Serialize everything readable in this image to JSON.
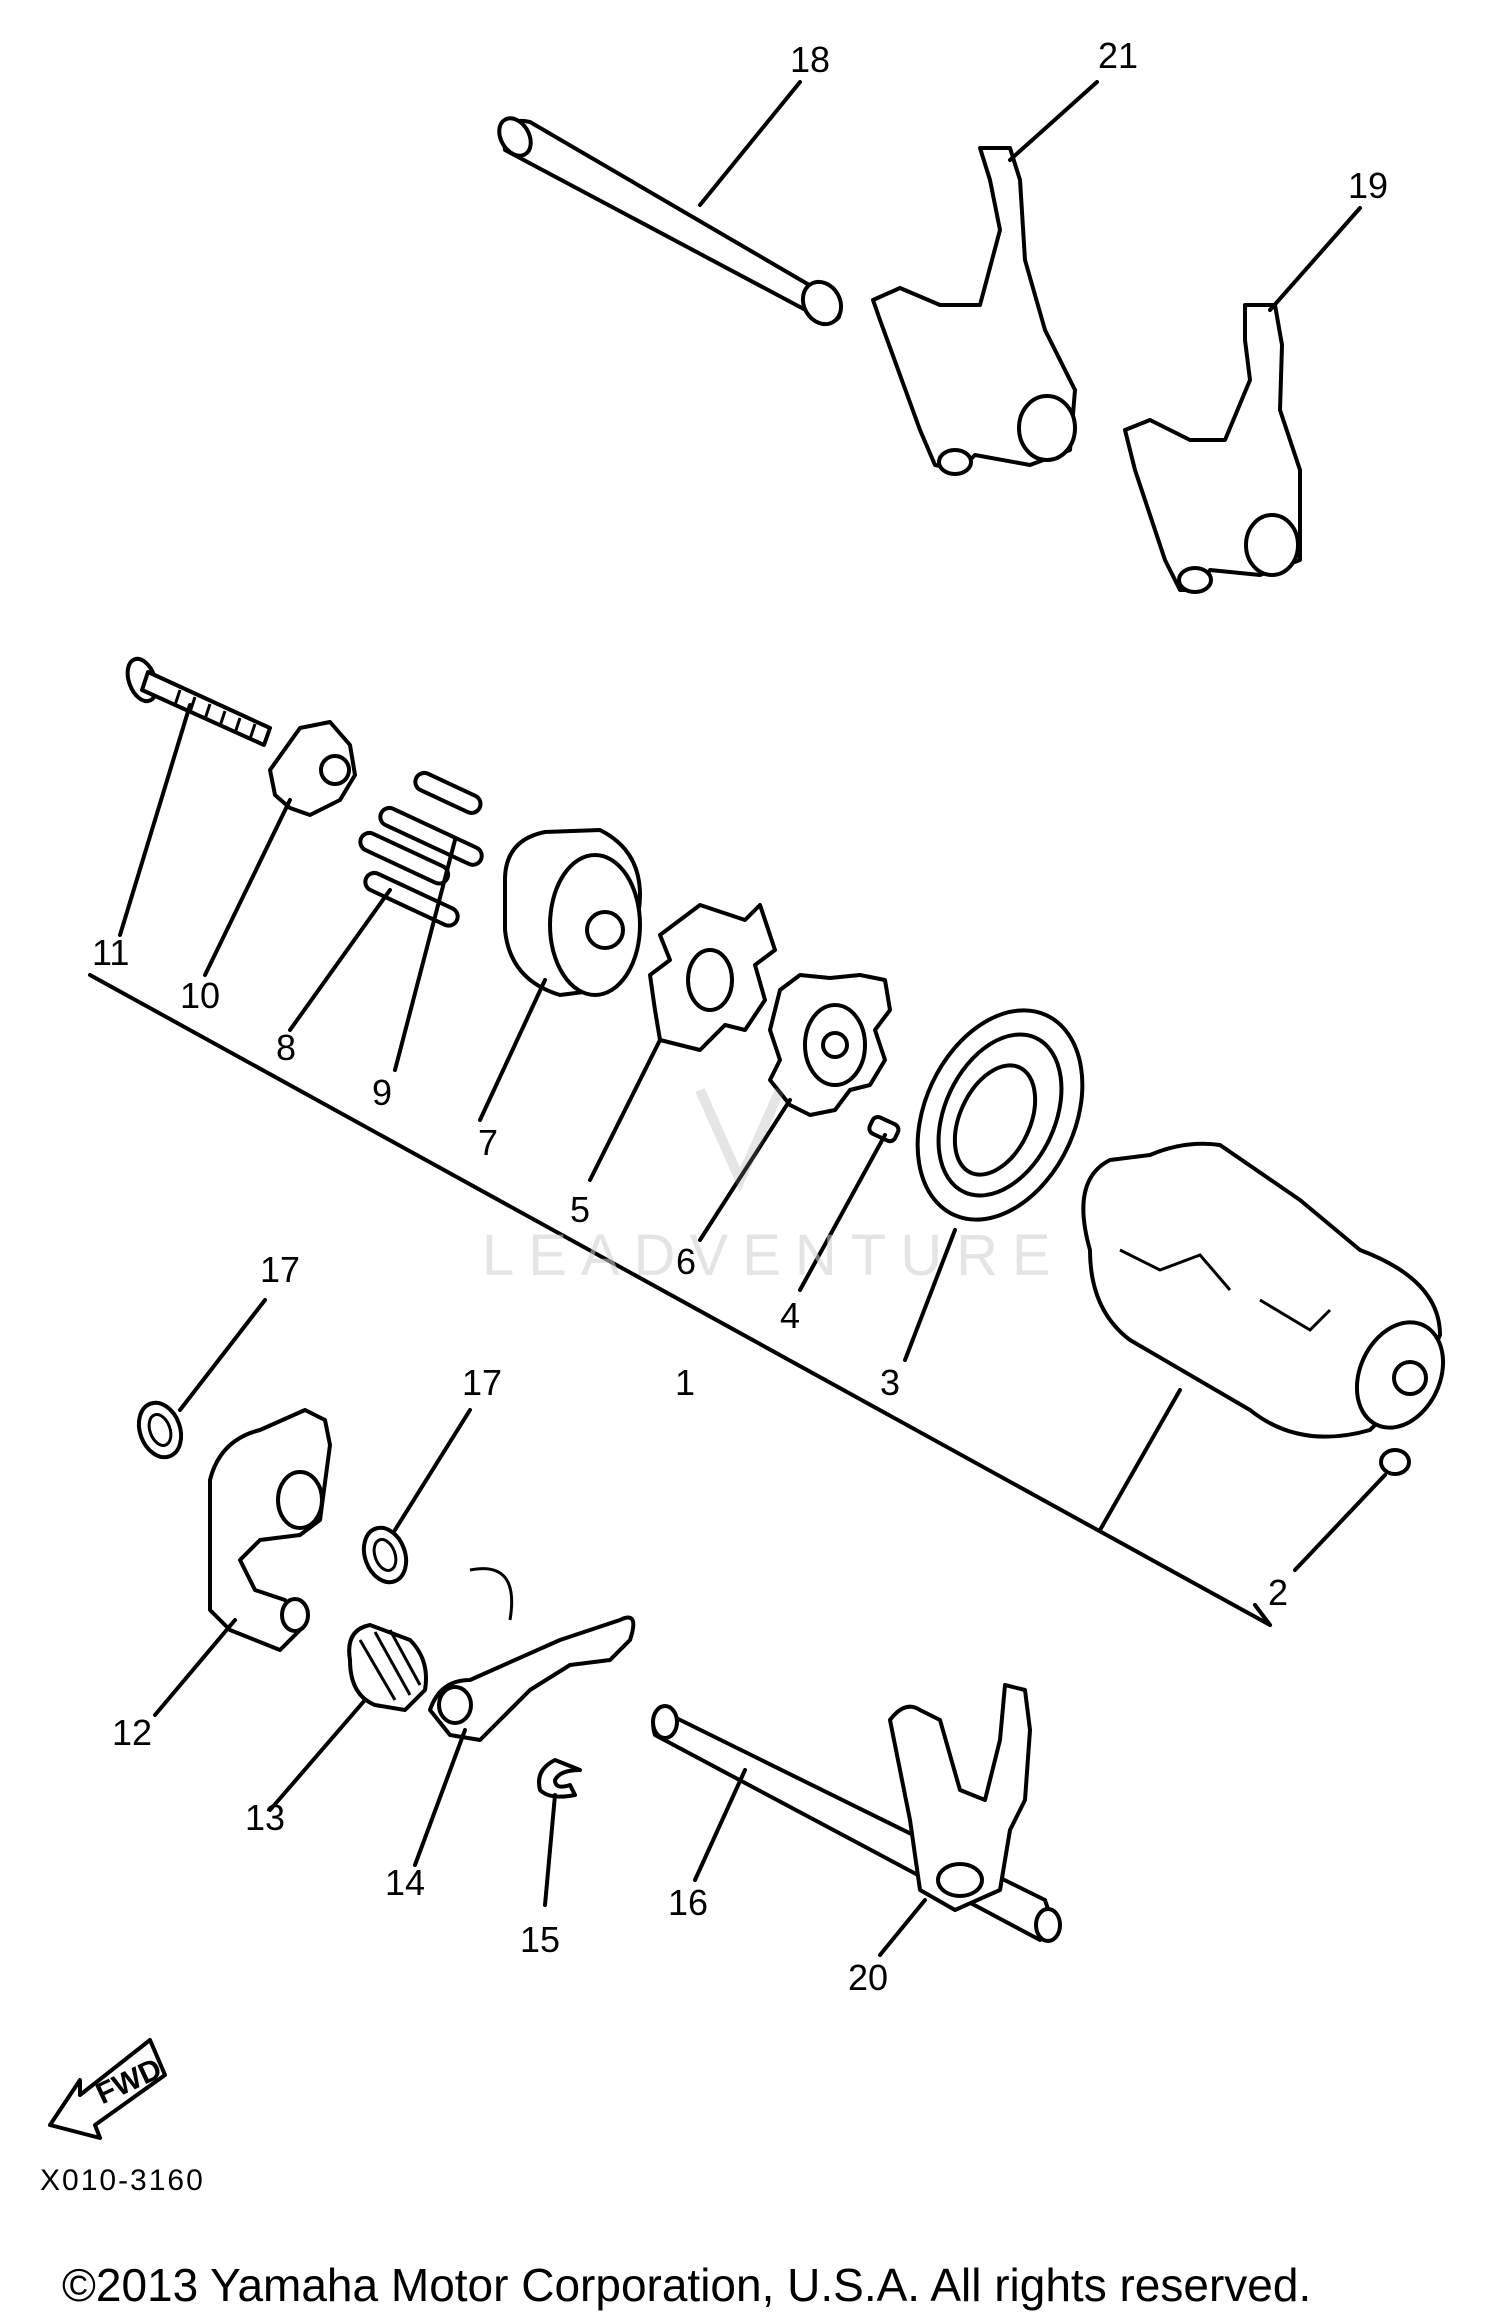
{
  "callouts": [
    {
      "n": "1"
    },
    {
      "n": "2"
    },
    {
      "n": "3"
    },
    {
      "n": "4"
    },
    {
      "n": "5"
    },
    {
      "n": "6"
    },
    {
      "n": "7"
    },
    {
      "n": "8"
    },
    {
      "n": "9"
    },
    {
      "n": "10"
    },
    {
      "n": "11"
    },
    {
      "n": "12"
    },
    {
      "n": "13"
    },
    {
      "n": "14"
    },
    {
      "n": "15"
    },
    {
      "n": "16"
    },
    {
      "n": "17"
    },
    {
      "n": "17"
    },
    {
      "n": "18"
    },
    {
      "n": "19"
    },
    {
      "n": "20"
    },
    {
      "n": "21"
    }
  ],
  "fwd_label": "FWD",
  "diagram_code": "X010-3160",
  "watermark": "LEADVENTURE",
  "copyright": "©2013 Yamaha Motor Corporation, U.S.A. All rights reserved."
}
